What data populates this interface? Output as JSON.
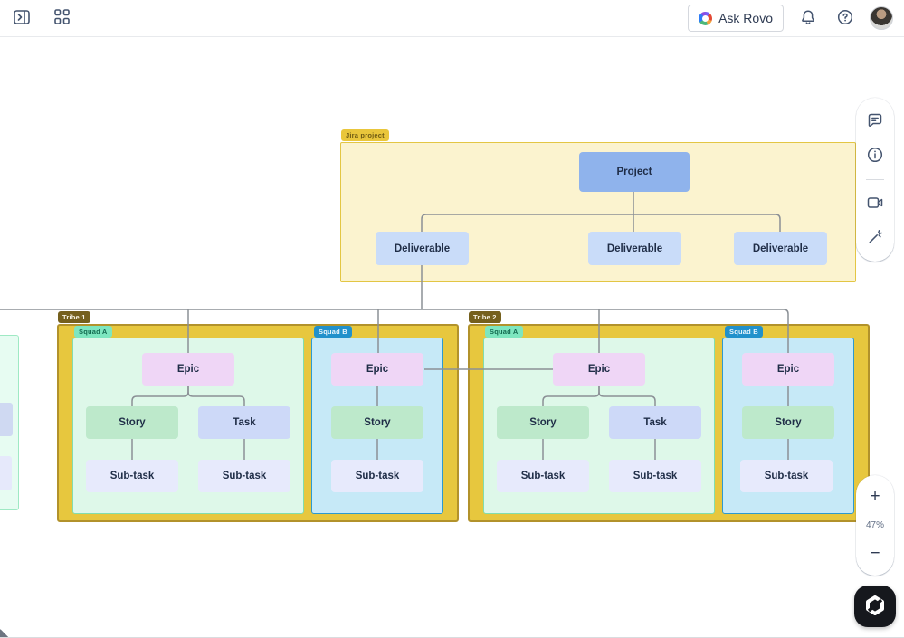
{
  "topbar": {
    "ask_rovo_label": "Ask Rovo",
    "icons": [
      "panel-toggle-icon",
      "app-switcher-icon",
      "rovo-logo",
      "notifications-bell-icon",
      "help-icon",
      "user-avatar"
    ]
  },
  "side_toolbar": {
    "icons": [
      "comments-icon",
      "info-icon",
      "record-video-icon",
      "magic-wand-icon"
    ]
  },
  "zoom_controls": {
    "zoom_in_label": "+",
    "zoom_out_label": "−",
    "level": "47%"
  },
  "brand": {
    "icon": "whiteboard-app-logo"
  },
  "diagram": {
    "project_container_label": "Jira project",
    "project_label": "Project",
    "deliverables": [
      "Deliverable",
      "Deliverable",
      "Deliverable"
    ],
    "tribes": [
      {
        "label": "Tribe 1",
        "squads": [
          {
            "label": "Squad A",
            "epic": "Epic",
            "story": "Story",
            "task": "Task",
            "subtask1": "Sub-task",
            "subtask2": "Sub-task"
          },
          {
            "label": "Squad B",
            "epic": "Epic",
            "story": "Story",
            "subtask": "Sub-task"
          }
        ]
      },
      {
        "label": "Tribe 2",
        "squads": [
          {
            "label": "Squad A",
            "epic": "Epic",
            "story": "Story",
            "task": "Task",
            "subtask1": "Sub-task",
            "subtask2": "Sub-task"
          },
          {
            "label": "Squad B",
            "epic": "Epic",
            "story": "Story",
            "subtask": "Sub-task"
          }
        ]
      }
    ]
  },
  "colors": {
    "accent_yellow_fill": "#fbf3cf",
    "accent_yellow_border": "#e3c644",
    "tribe_fill": "#e7c73e",
    "tribe_border": "#b2922b",
    "squad_a_fill": "#def8e9",
    "squad_a_border": "#82ddac",
    "squad_b_fill": "#c6e9f7",
    "squad_b_border": "#2d99d0",
    "node_project": "#8fb3ec",
    "node_deliverable": "#c9dcf9",
    "node_epic": "#efd6f6",
    "node_story": "#bde9cb",
    "node_task": "#cdd9f8",
    "node_subtask": "#e7eafc",
    "connector": "#8b9096"
  }
}
